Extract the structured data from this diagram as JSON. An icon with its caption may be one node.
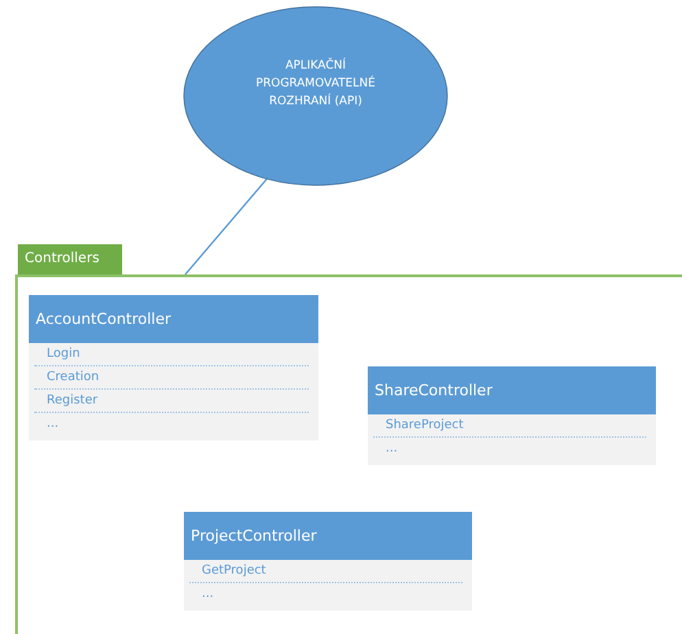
{
  "diagram": {
    "nodes": [
      {
        "text": [
          "APLIKAČNÍ PROGRAMOVATELNÉ ROZHRANÍ (API)"
        ]
      },
      {
        "text": [
          "Controllers"
        ]
      },
      {
        "text": [
          "AccountController",
          "Login",
          "Creation",
          "Register",
          "..."
        ],
        "in": 1
      },
      {
        "text": [
          "ShareController",
          "ShareProject",
          "..."
        ],
        "in": 1
      },
      {
        "text": [
          "ProjectController",
          "GetProject",
          "..."
        ],
        "in": 1
      }
    ],
    "edges": [
      {
        "from": 0,
        "to": 1,
        "arrow": "none"
      }
    ]
  }
}
